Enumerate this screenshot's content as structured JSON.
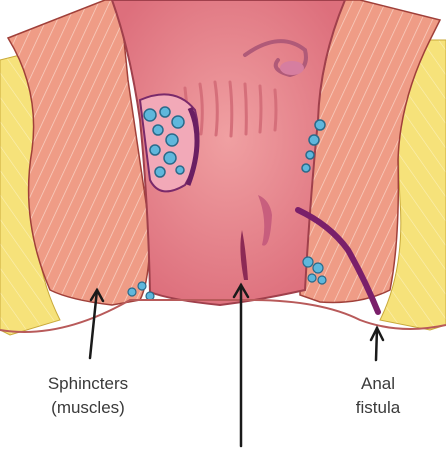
{
  "labels": {
    "sphincters": {
      "line1": "Sphincters",
      "line2": "(muscles)"
    },
    "fistula": {
      "line1": "Anal",
      "line2": "fistula"
    }
  },
  "colors": {
    "fat_yellow": "#f6e27a",
    "muscle_pink": "#ef9c86",
    "mucosa_rose": "#e8858c",
    "canal_dark": "#b64a5e",
    "fistula_purple": "#7a1f6a",
    "gland_blue": "#5fb7dc",
    "arrow_black": "#1a1a1a"
  }
}
